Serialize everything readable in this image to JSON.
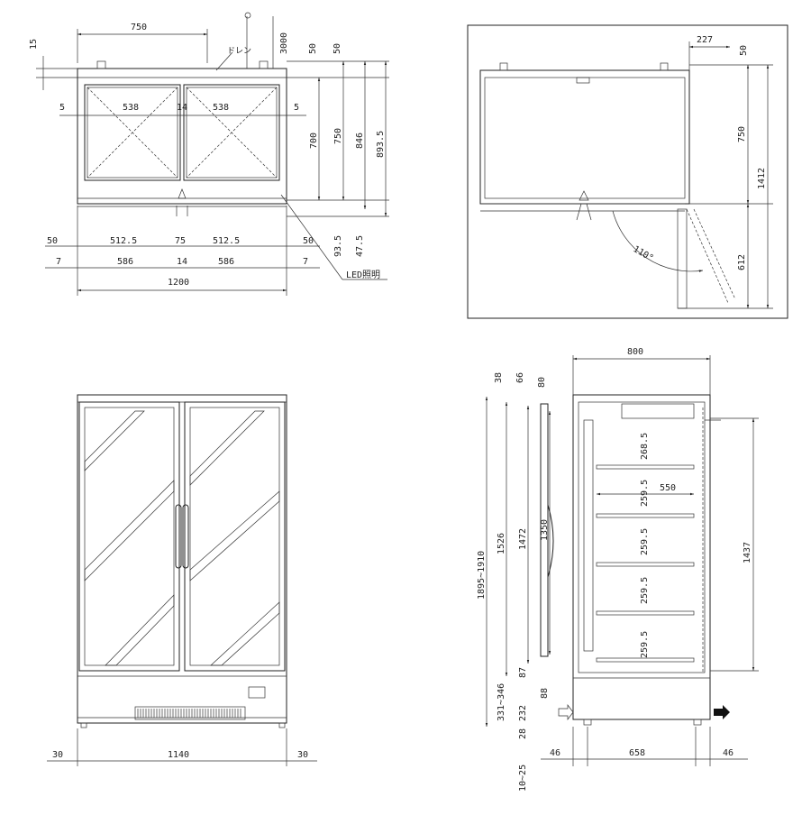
{
  "top_plan": {
    "dims": {
      "w750": "750",
      "h15": "15",
      "h3000": "3000",
      "h50a": "50",
      "h50b": "50",
      "drain": "ドレン",
      "l5": "5",
      "g538a": "538",
      "c14": "14",
      "g538b": "538",
      "r5": "5",
      "v700": "700",
      "v750": "750",
      "v846": "846",
      "v8935": "893.5",
      "a50": "50",
      "a5125": "512.5",
      "a75": "75",
      "b5125": "512.5",
      "b50": "50",
      "v935": "93.5",
      "v475": "47.5",
      "s7a": "7",
      "s586a": "586",
      "s14": "14",
      "s586b": "586",
      "s7b": "7",
      "total1200": "1200",
      "led": "LED照明"
    }
  },
  "door_plan": {
    "dims": {
      "w227": "227",
      "h50": "50",
      "v750": "750",
      "v1412": "1412",
      "v612": "612",
      "angle": "110°"
    }
  },
  "front_view": {
    "dims": {
      "l30": "30",
      "w1140": "1140",
      "r30": "30"
    }
  },
  "side_view": {
    "dims": {
      "w800": "800",
      "h38": "38",
      "h66": "66",
      "h80": "80",
      "v1895": "1895~1910",
      "v1526": "1526",
      "v1472": "1472",
      "v1350": "1350",
      "v331": "331~346",
      "v232": "232",
      "v87": "87",
      "v88": "88",
      "v28": "28",
      "v1025": "10~25",
      "sh2685": "268.5",
      "sh2595a": "259.5",
      "sh2595b": "259.5",
      "sh2595c": "259.5",
      "sh2595d": "259.5",
      "d550": "550",
      "v1437": "1437",
      "b46a": "46",
      "b658": "658",
      "b46b": "46"
    }
  }
}
